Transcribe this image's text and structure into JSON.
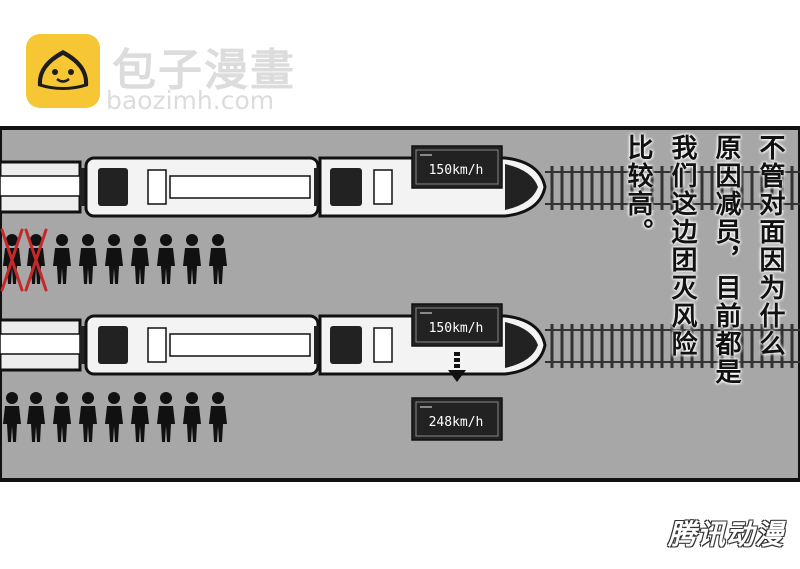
{
  "brand": {
    "name": "包子漫畫",
    "url": "baozimh.com"
  },
  "speed_display": {
    "top_train": "150km/h",
    "bottom_train_before": "150km/h",
    "bottom_train_after": "248km/h"
  },
  "caption": {
    "line1": "不管对面因为什么",
    "line2": "原因减员，目前都是",
    "line3": "我们这边团灭风险",
    "line4": "比较高。"
  },
  "watermark": "腾讯动漫",
  "people": {
    "top_row_count": 9,
    "top_row_crossed": 2,
    "bottom_row_count": 9
  },
  "colors": {
    "panel_bg": "#a7a7a7",
    "logo_yellow": "#f6c635",
    "cross_red": "#c62828"
  }
}
